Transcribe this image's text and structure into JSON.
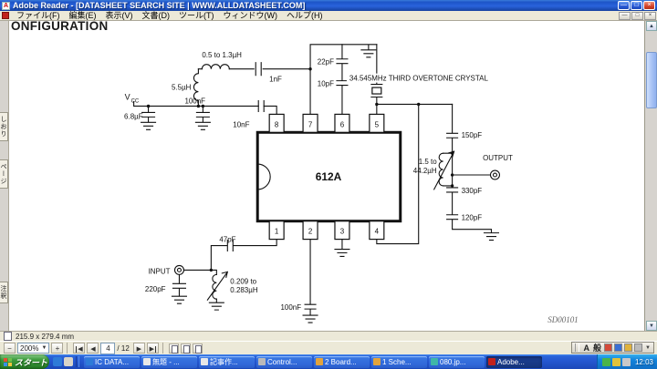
{
  "titlebar": {
    "title": "Adobe Reader - [DATASHEET SEARCH SITE | WWW.ALLDATASHEET.COM]",
    "app_initial": "A"
  },
  "icons": {
    "minimize": "—",
    "maximize": "□",
    "restore": "□",
    "close": "×",
    "arrow_left": "◀",
    "arrow_right": "▶",
    "dropdown": "▼",
    "zoom_out": "−",
    "zoom_in": "+",
    "scroll_up": "▲",
    "scroll_down": "▼"
  },
  "menubar": {
    "items": [
      "ファイル(F)",
      "編集(E)",
      "表示(V)",
      "文書(D)",
      "ツール(T)",
      "ウィンドウ(W)",
      "ヘルプ(H)"
    ]
  },
  "sidebar": {
    "tabs": [
      "しおり",
      "ページ",
      "注釈"
    ]
  },
  "page": {
    "heading": "ONFIGURATION",
    "doc_code": "SD00101",
    "ic": {
      "label": "612A",
      "pins_top": [
        "8",
        "7",
        "6",
        "5"
      ],
      "pins_bottom": [
        "1",
        "2",
        "3",
        "4"
      ]
    },
    "labels": {
      "ind_top": "0.5 to 1.3µH",
      "ind_55": "5.5µH",
      "cap_1n": "1nF",
      "cap_22p": "22pF",
      "cap_10p": "10pF",
      "crystal": "34.545MHz THIRD OVERTONE CRYSTAL",
      "vcc_main": "V",
      "vcc_sub": "CC",
      "cap_68u": "6.8µF",
      "cap_100n_top": "100nF",
      "cap_10n": "10nF",
      "ind_out_1": "1.5 to",
      "ind_out_2": "44.2µH",
      "cap_150p": "150pF",
      "output": "OUTPUT",
      "cap_330p": "330pF",
      "cap_120p": "120pF",
      "cap_47p": "47pF",
      "input": "INPUT",
      "cap_220p": "220pF",
      "ind_in_1": "0.209 to",
      "ind_in_2": "0.283µH",
      "cap_100n_bot": "100nF"
    }
  },
  "statusbar": {
    "page_size": "215.9 x 279.4 mm"
  },
  "toolbar": {
    "zoom": "200%",
    "page_field": "4",
    "page_of": "/ 12"
  },
  "ime": {
    "mode_a": "A",
    "mode_gen": "般"
  },
  "taskbar": {
    "start": "スタート",
    "buttons": [
      "IC DATA...",
      "無題 - ...",
      "記事作...",
      "Control...",
      "2 Board...",
      "1 Sche...",
      "080.jp...",
      "Adobe..."
    ],
    "clock": "12:03"
  }
}
